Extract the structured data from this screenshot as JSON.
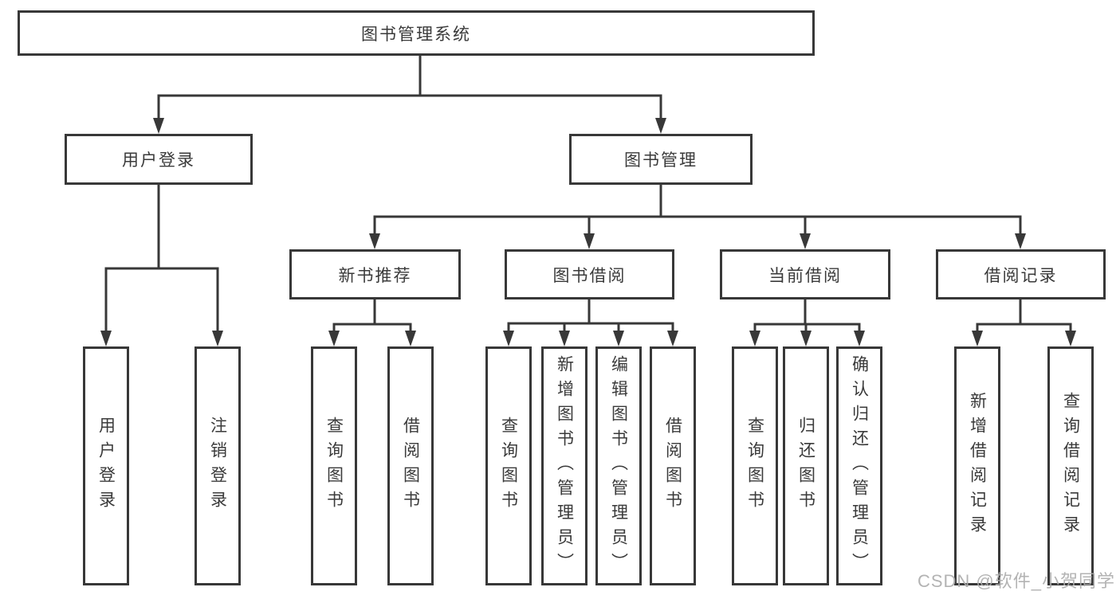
{
  "title": "图书管理系统",
  "level2": {
    "login": "用户登录",
    "manage": "图书管理"
  },
  "level3": {
    "recommend": "新书推荐",
    "borrow": "图书借阅",
    "current": "当前借阅",
    "records": "借阅记录"
  },
  "leaves": {
    "login": [
      "用户登录",
      "注销登录"
    ],
    "recommend": [
      "查询图书",
      "借阅图书"
    ],
    "borrow": [
      "查询图书",
      "新增图书（管理员）",
      "编辑图书（管理员）",
      "借阅图书"
    ],
    "current": [
      "查询图书",
      "归还图书",
      "确认归还（管理员）"
    ],
    "records": [
      "新增借阅记录",
      "查询借阅记录"
    ]
  },
  "watermark": "CSDN @软件_小贺同学",
  "colors": {
    "line": "#383838",
    "text": "#3a3a3a",
    "box_background": "#ffffff",
    "page_background": "#ffffff",
    "watermark": "#acacac"
  }
}
